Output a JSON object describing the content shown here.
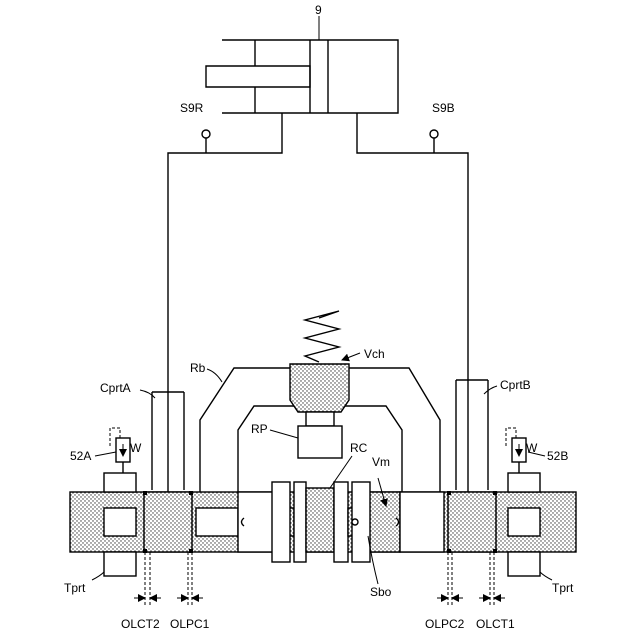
{
  "labels": {
    "actuator": "9",
    "sensor_left": "S9R",
    "sensor_right": "S9B",
    "spring_valve": "Vch",
    "passage_b": "Rb",
    "port_a": "CprtA",
    "port_b": "CprtB",
    "piston": "RP",
    "chamber": "RC",
    "valve_m": "Vm",
    "relief_a": "52A",
    "relief_b": "52B",
    "relief_a_w": "W",
    "relief_b_w": "W",
    "tank_left": "Tprt",
    "tank_right": "Tprt",
    "spool_bore": "Sbo",
    "olct2": "OLCT2",
    "olpc1": "OLPC1",
    "olpc2": "OLPC2",
    "olct1": "OLCT1"
  }
}
